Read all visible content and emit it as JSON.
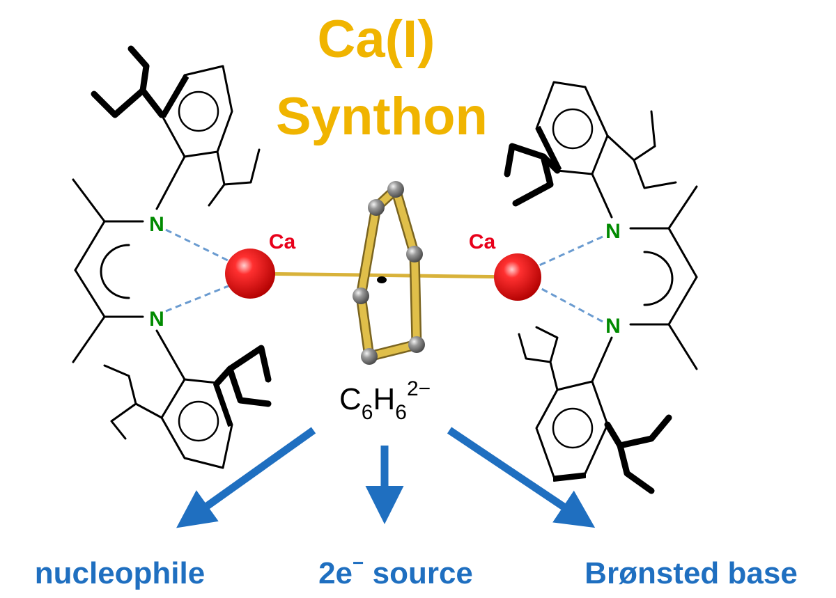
{
  "title": {
    "line1": "Ca(I)",
    "line2": "Synthon"
  },
  "atoms": {
    "calcium": "Ca",
    "nitrogen": "N"
  },
  "formula": {
    "base1": "C",
    "sub1": "6",
    "base2": "H",
    "sub2": "6",
    "charge": "2−"
  },
  "roles": {
    "nucleophile": "nucleophile",
    "electron_base": "2e",
    "electron_sup": "−",
    "electron_rest": " source",
    "bronsted": "Brønsted base"
  },
  "colors": {
    "title": "#f0b400",
    "calcium_label": "#e8001a",
    "calcium_sphere": "#ff2020",
    "nitrogen": "#008a00",
    "roles": "#1f6fc0",
    "arrows": "#1f6fc0",
    "bonds_3d": "#d8b23a",
    "carbon_sphere": "#8a8a8a",
    "coordination": "#6a9bd0"
  }
}
